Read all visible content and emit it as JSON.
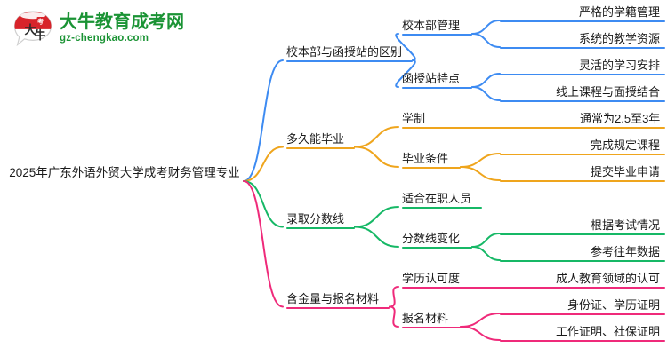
{
  "logo": {
    "name": "daniu-education-logo",
    "mark_text": "大牛",
    "title": "大牛教育成考网",
    "subtitle": "gz-chengkao.com",
    "color": "#1a9334",
    "mark_color": "#d8232a"
  },
  "mindmap": {
    "root": {
      "label": "2025年广东外语外贸大学成考财务管理专业"
    },
    "colors": {
      "blue": "#3d8bf2",
      "orange": "#efa51d",
      "green": "#16b866",
      "pink": "#ef2a7a"
    },
    "branches": [
      {
        "label": "校本部与函授站的区别",
        "color_key": "blue",
        "color": "#3d8bf2",
        "children": [
          {
            "label": "校本部管理",
            "leaves": [
              {
                "label": "严格的学籍管理"
              },
              {
                "label": "系统的教学资源"
              }
            ]
          },
          {
            "label": "函授站特点",
            "leaves": [
              {
                "label": "灵活的学习安排"
              },
              {
                "label": "线上课程与面授结合"
              }
            ]
          }
        ]
      },
      {
        "label": "多久能毕业",
        "color_key": "orange",
        "color": "#efa51d",
        "children": [
          {
            "label": "学制",
            "leaves": [
              {
                "label": "通常为2.5至3年"
              }
            ]
          },
          {
            "label": "毕业条件",
            "leaves": [
              {
                "label": "完成规定课程"
              },
              {
                "label": "提交毕业申请"
              }
            ]
          }
        ]
      },
      {
        "label": "录取分数线",
        "color_key": "green",
        "color": "#16b866",
        "children": [
          {
            "label": "适合在职人员",
            "leaves": []
          },
          {
            "label": "分数线变化",
            "leaves": [
              {
                "label": "根据考试情况"
              },
              {
                "label": "参考往年数据"
              }
            ]
          }
        ]
      },
      {
        "label": "含金量与报名材料",
        "color_key": "pink",
        "color": "#ef2a7a",
        "children": [
          {
            "label": "学历认可度",
            "leaves": [
              {
                "label": "成人教育领域的认可"
              }
            ]
          },
          {
            "label": "报名材料",
            "leaves": [
              {
                "label": "身份证、学历证明"
              },
              {
                "label": "工作证明、社保证明"
              }
            ]
          }
        ]
      }
    ]
  }
}
